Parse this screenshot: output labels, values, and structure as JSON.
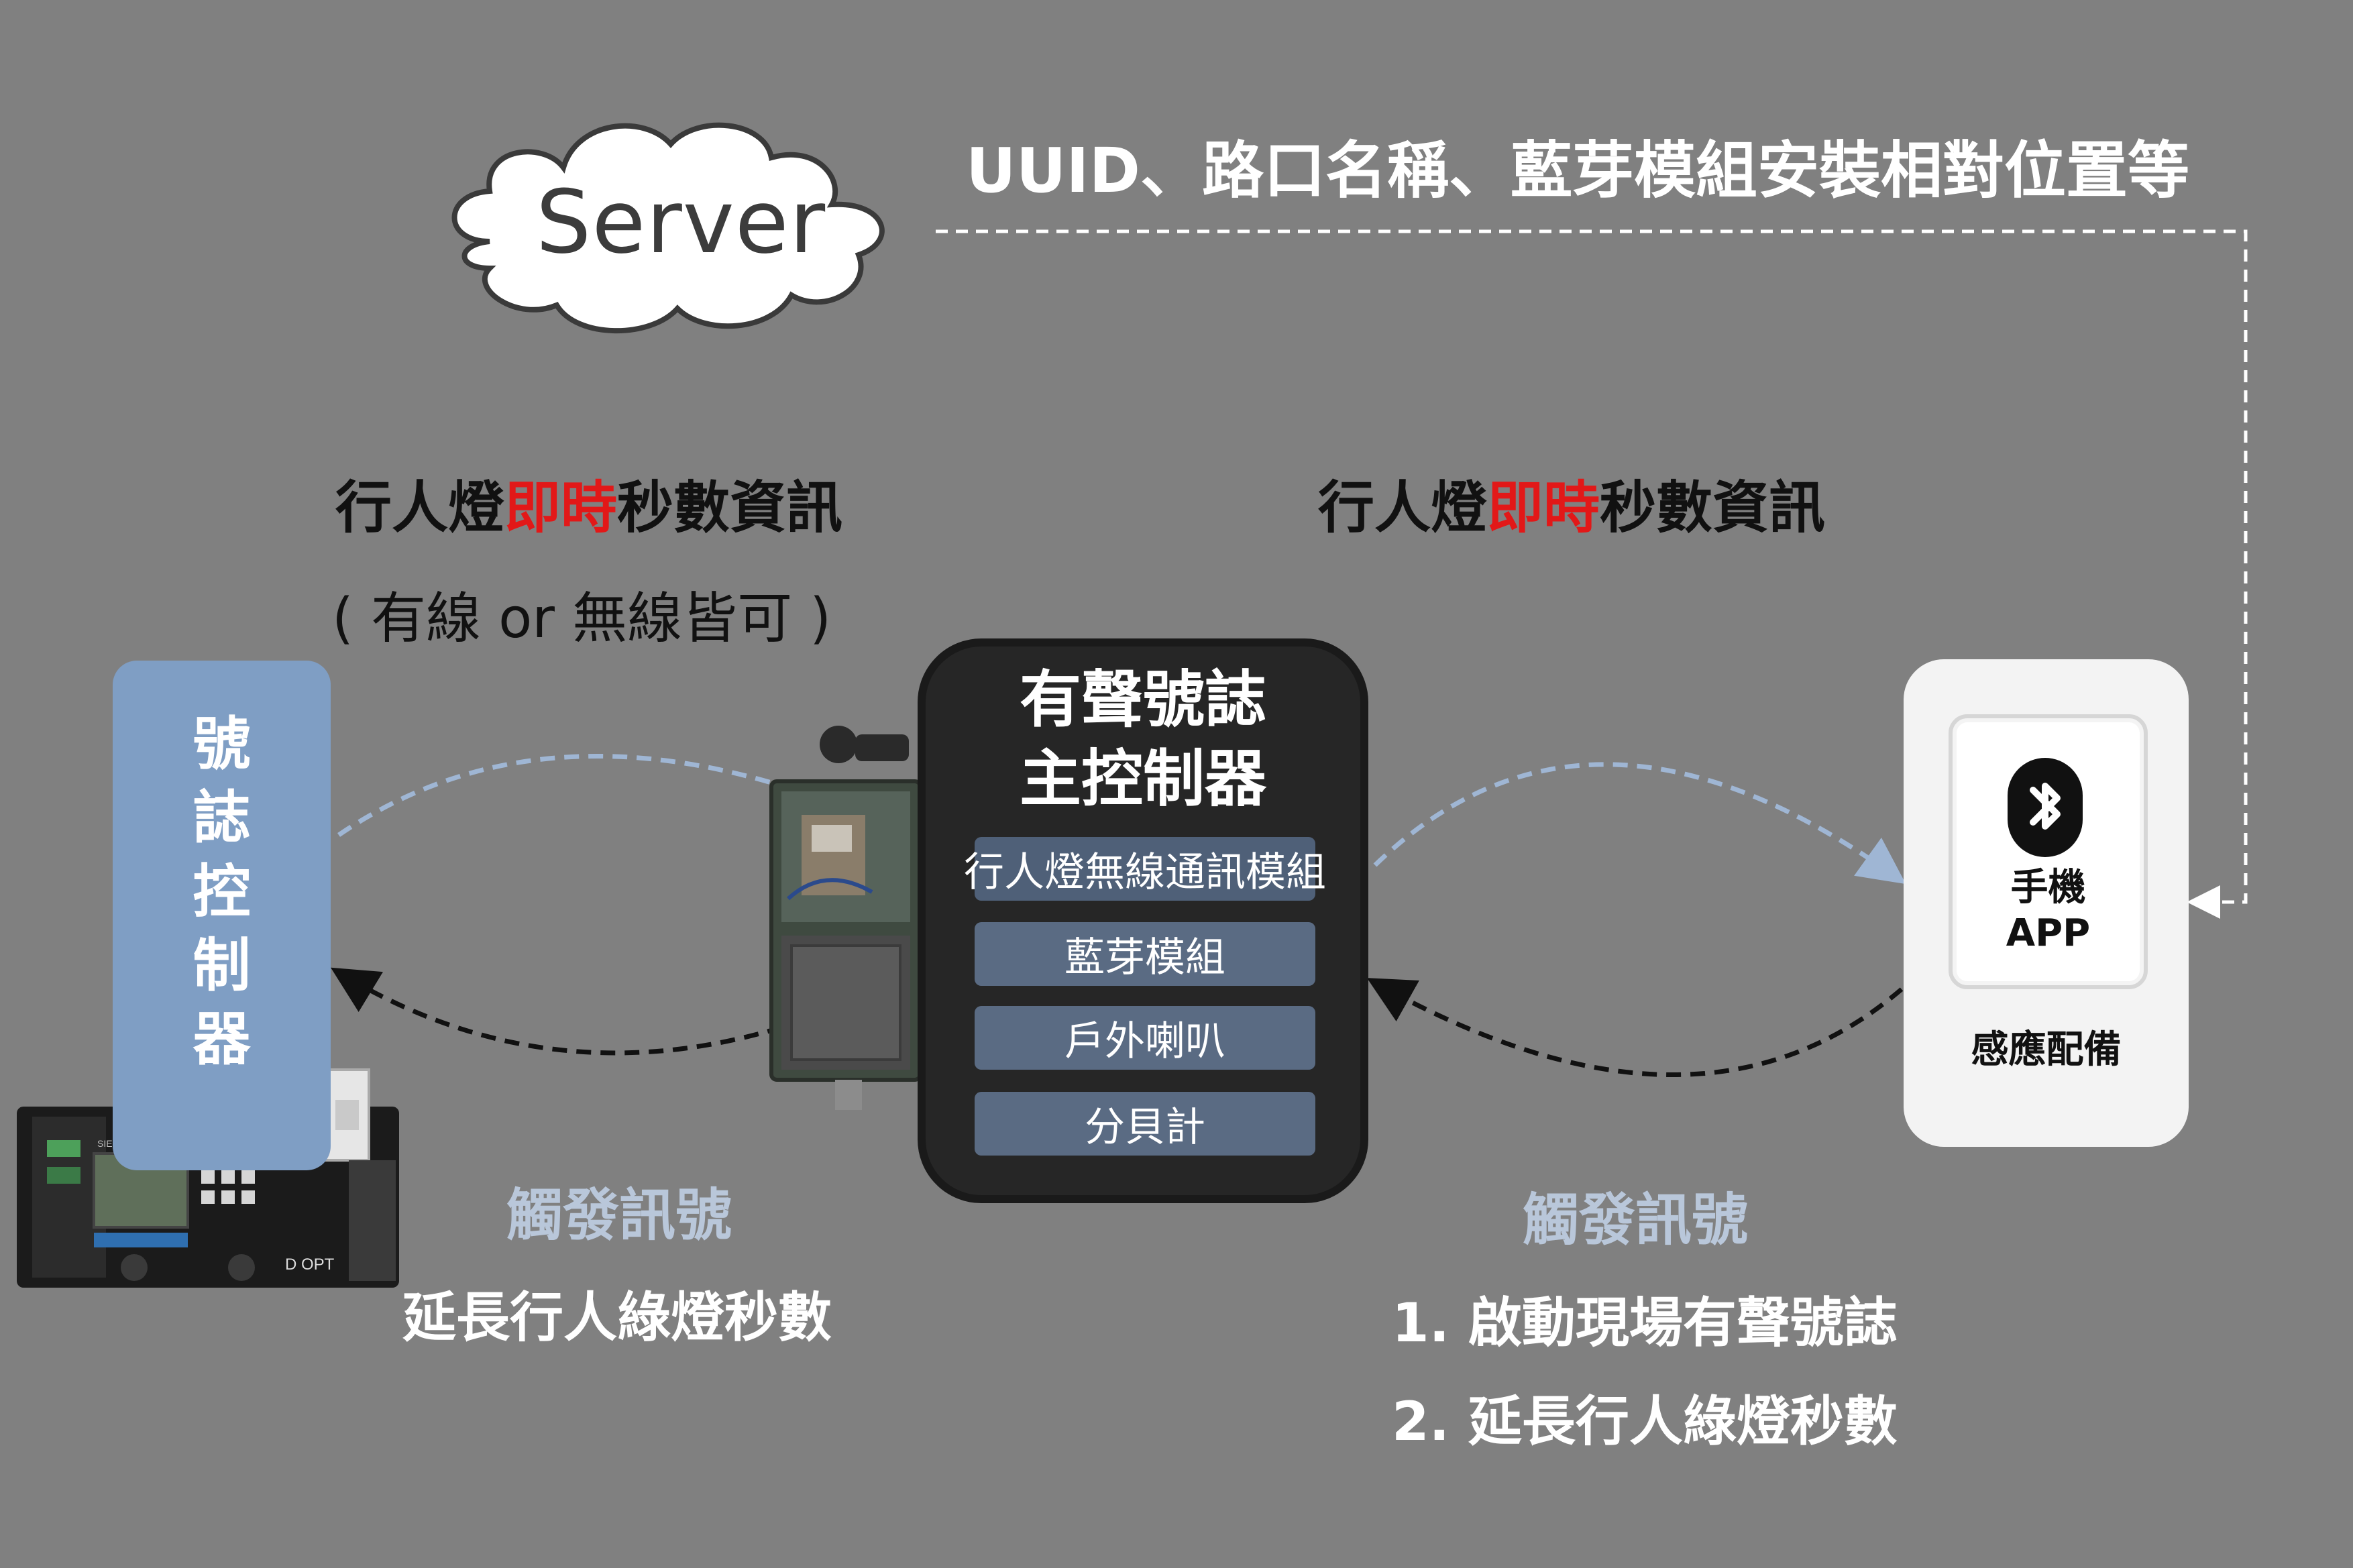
{
  "server": {
    "label": "Server"
  },
  "top_note": "UUID、路口名稱、藍芽模組安裝相對位置等",
  "left_heading": {
    "pre": "行人燈",
    "highlight": "即時",
    "post": "秒數資訊"
  },
  "left_sub": "( 有線 or 無線皆可 )",
  "right_heading": {
    "pre": "行人燈",
    "highlight": "即時",
    "post": "秒數資訊"
  },
  "controller": {
    "chars": [
      "號",
      "誌",
      "控",
      "制",
      "器"
    ]
  },
  "main_controller": {
    "title_line1": "有聲號誌",
    "title_line2": "主控制器",
    "modules": [
      "行人燈無線通訊模組",
      "藍芽模組",
      "戶外喇叭",
      "分貝計"
    ]
  },
  "phone": {
    "line1": "手機",
    "line2": "APP",
    "caption": "感應配備"
  },
  "left_trigger": {
    "title": "觸發訊號",
    "note": "延長行人綠燈秒數"
  },
  "right_trigger": {
    "title": "觸發訊號",
    "note1": "1. 啟動現場有聲號誌",
    "note2": "2. 延長行人綠燈秒數"
  },
  "device_labels": {
    "brand": "SIEMENS",
    "port": "D OPT"
  },
  "colors": {
    "background": "#808080",
    "highlight": "#e21818",
    "controller_box": "#7f9ec4",
    "module_fill": "#5a6b83",
    "trigger_text": "#b9c7da"
  }
}
